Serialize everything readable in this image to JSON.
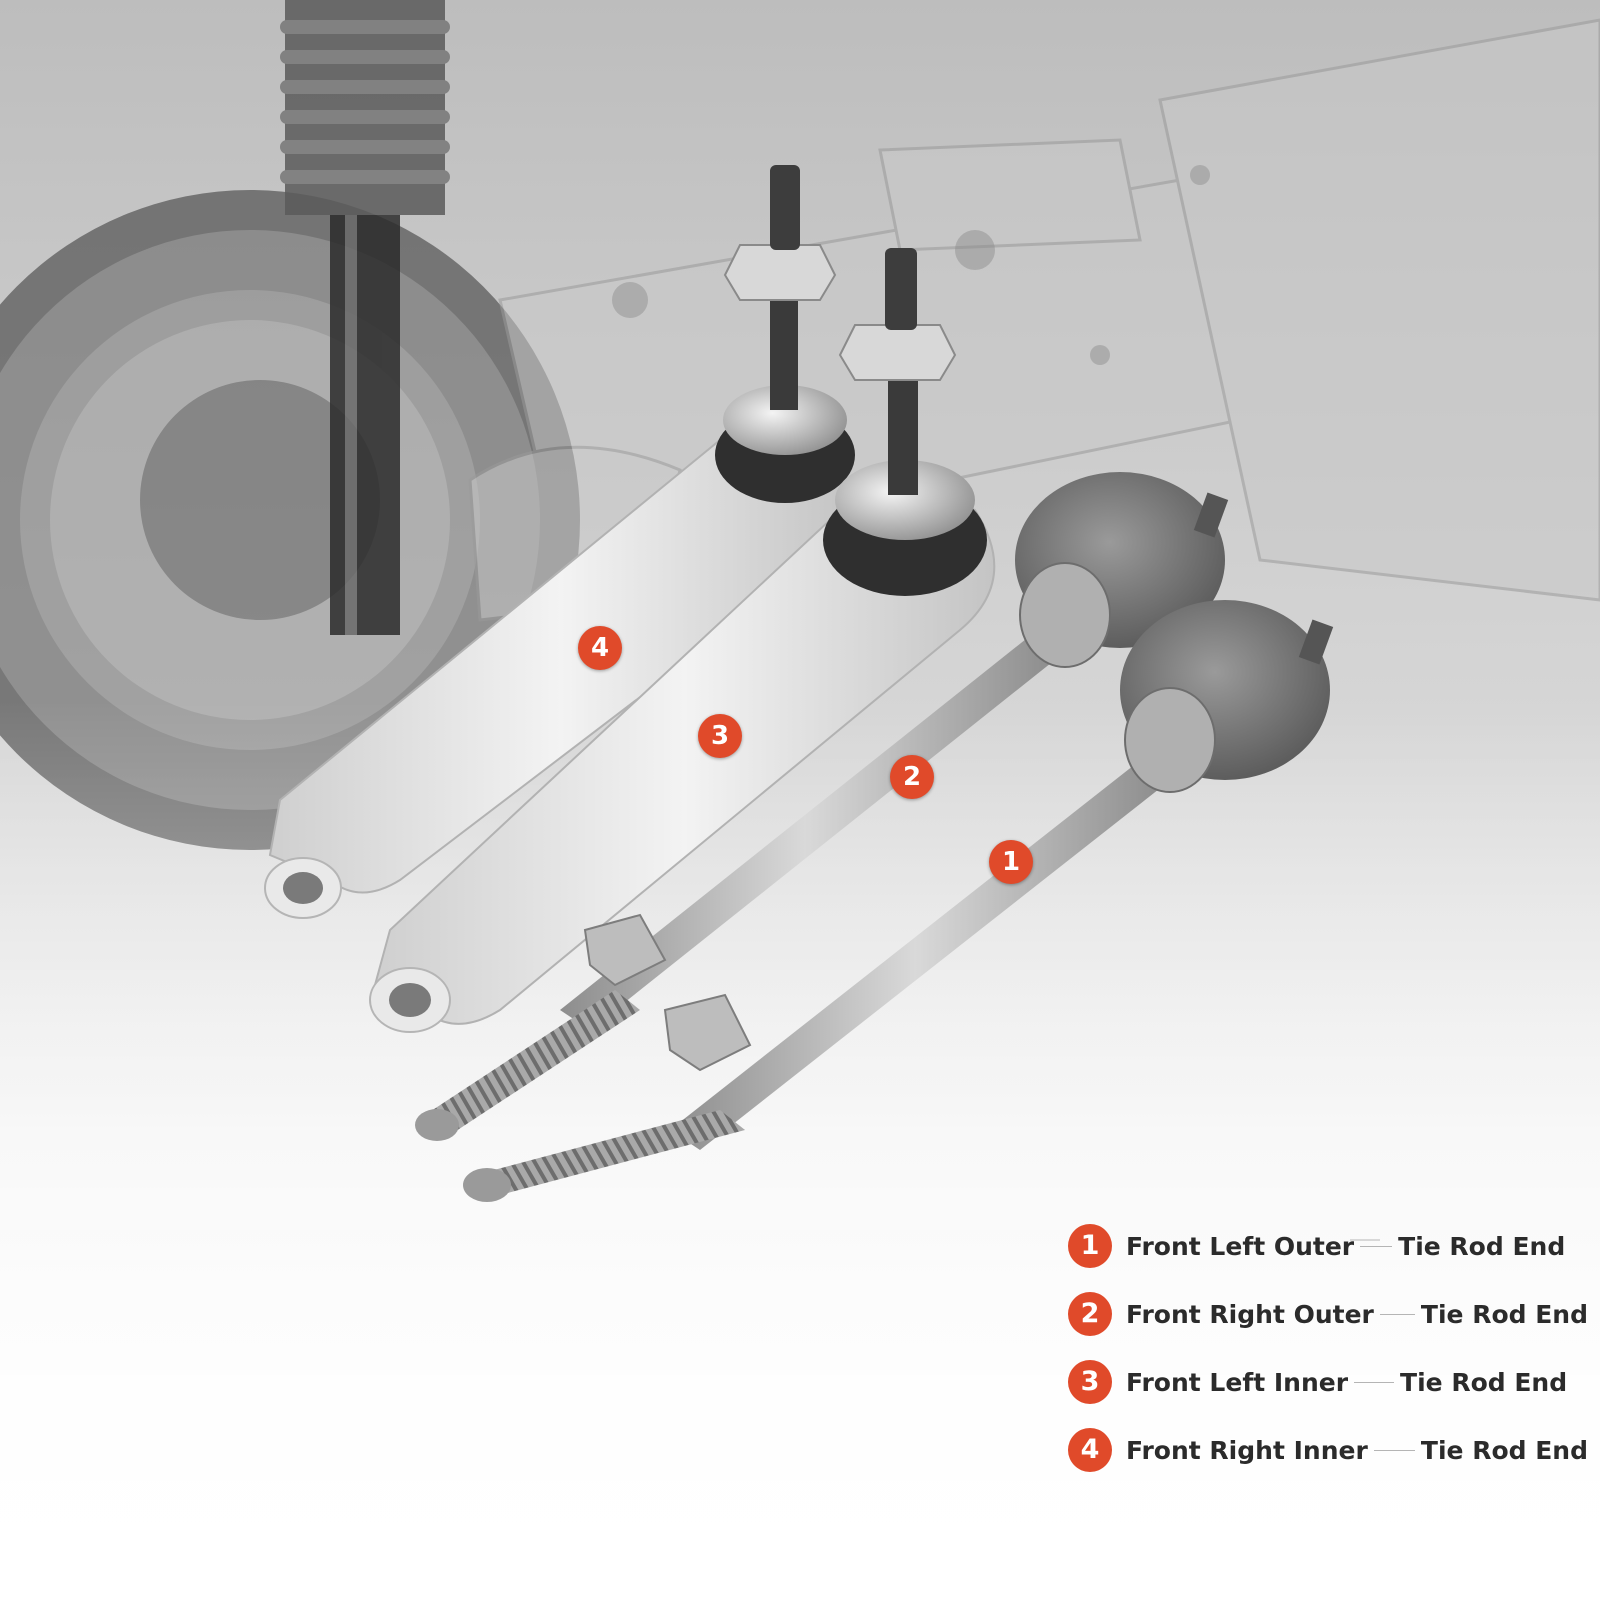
{
  "colors": {
    "badge": "#e04a2a",
    "text": "#2b2b2b",
    "connector": "#b5b5b5"
  },
  "photo_badges": [
    "4",
    "3",
    "2",
    "1"
  ],
  "legend": [
    {
      "number": "1",
      "part": "Front Left Outer",
      "type": "Tie Rod End"
    },
    {
      "number": "2",
      "part": "Front Right Outer",
      "type": "Tie Rod End"
    },
    {
      "number": "3",
      "part": "Front Left Inner",
      "type": "Tie Rod End"
    },
    {
      "number": "4",
      "part": "Front Right Inner",
      "type": "Tie Rod End"
    }
  ]
}
